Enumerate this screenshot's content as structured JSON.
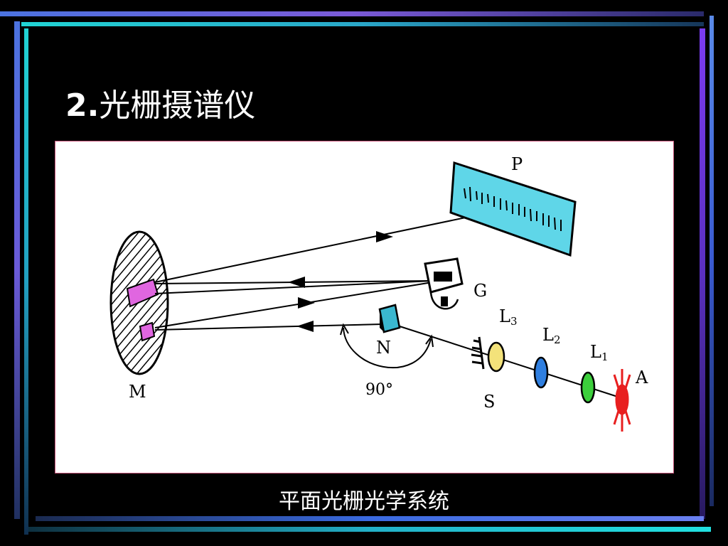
{
  "slide": {
    "title_number": "2.",
    "title_text": "光栅摄谱仪",
    "caption": "平面光栅光学系统"
  },
  "diagram": {
    "labels": {
      "plate": "P",
      "grating": "G",
      "mirror": "M",
      "prism": "N",
      "slit": "S",
      "lens3_main": "L",
      "lens3_sub": "3",
      "lens2_main": "L",
      "lens2_sub": "2",
      "lens1_main": "L",
      "lens1_sub": "1",
      "source": "A",
      "angle": "90°"
    }
  },
  "colors": {
    "plate": "#5fd6e8",
    "mirror_window": "#e066e0",
    "prism": "#3ab7cf",
    "lens3": "#f3e27a",
    "lens2": "#2f7fe0",
    "lens1": "#3ccf3c",
    "source": "#e81f1f"
  }
}
